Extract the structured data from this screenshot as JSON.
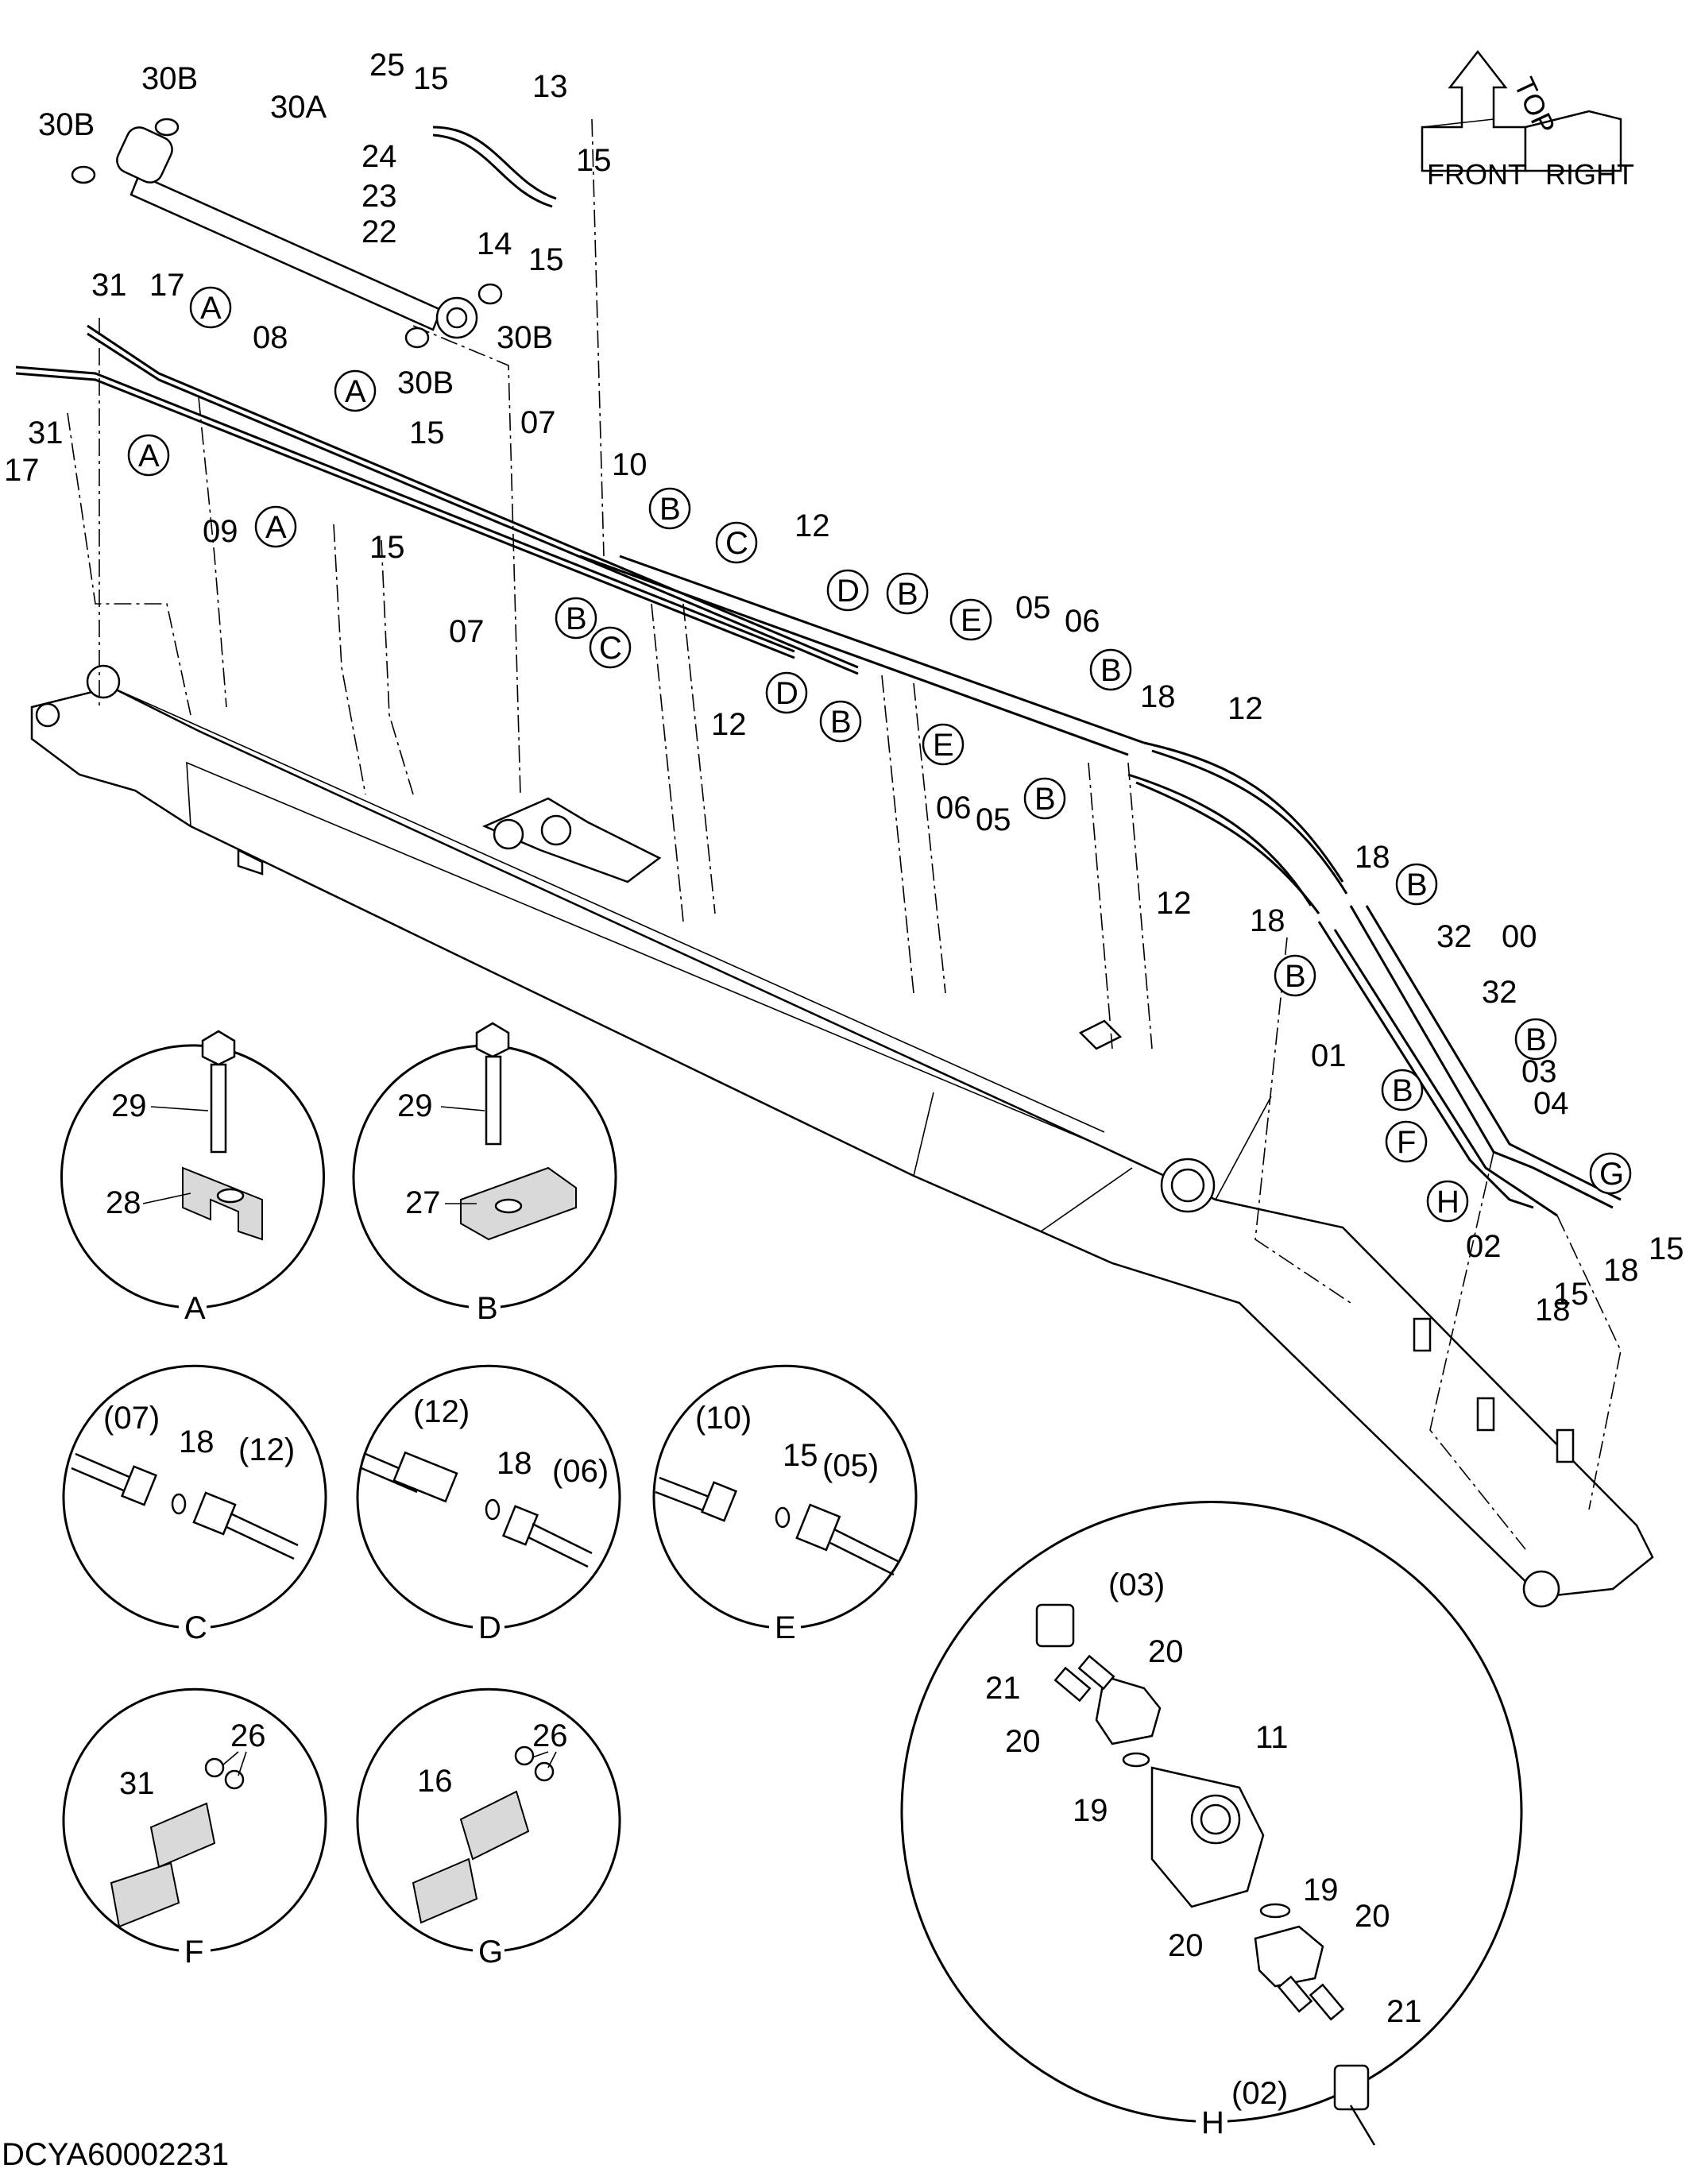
{
  "drawing_id": "DCYA60002231",
  "orientation": {
    "top": "TOP",
    "front": "FRONT",
    "right": "RIGHT"
  },
  "callouts": {
    "tag_A": "A",
    "tag_B": "B",
    "tag_C": "C",
    "tag_D": "D",
    "tag_E": "E",
    "tag_F": "F",
    "tag_G": "G",
    "tag_H": "H",
    "p00": "00",
    "p01": "01",
    "p02": "02",
    "p03": "03",
    "p04": "04",
    "p05": "05",
    "p06": "06",
    "p07": "07",
    "p08": "08",
    "p09": "09",
    "p10": "10",
    "p11": "11",
    "p12": "12",
    "p13": "13",
    "p14": "14",
    "p15": "15",
    "p16": "16",
    "p17": "17",
    "p18": "18",
    "p19": "19",
    "p20": "20",
    "p21": "21",
    "p22": "22",
    "p23": "23",
    "p24": "24",
    "p25": "25",
    "p26": "26",
    "p27": "27",
    "p28": "28",
    "p29": "29",
    "p30A": "30A",
    "p30B": "30B",
    "p31": "31",
    "p32": "32",
    "r02": "(02)",
    "r03": "(03)",
    "r05": "(05)",
    "r06": "(06)",
    "r07": "(07)",
    "r10": "(10)",
    "r12": "(12)"
  },
  "detail_views": [
    {
      "name": "A",
      "caption": "A"
    },
    {
      "name": "B",
      "caption": "B"
    },
    {
      "name": "C",
      "caption": "C"
    },
    {
      "name": "D",
      "caption": "D"
    },
    {
      "name": "E",
      "caption": "E"
    },
    {
      "name": "F",
      "caption": "F"
    },
    {
      "name": "G",
      "caption": "G"
    },
    {
      "name": "H",
      "caption": "H"
    }
  ]
}
